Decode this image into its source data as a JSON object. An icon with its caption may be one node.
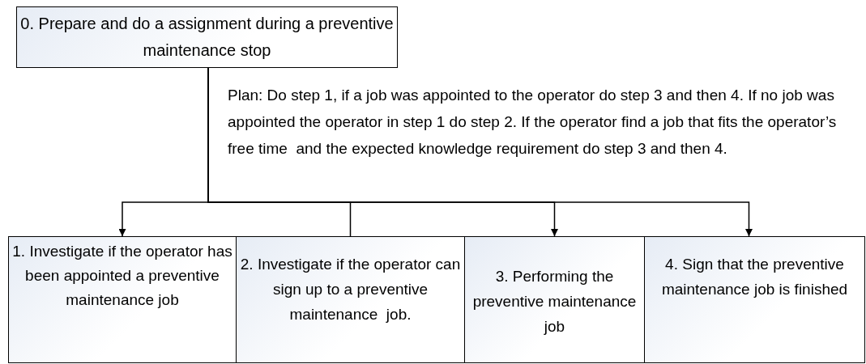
{
  "diagram": {
    "nodes": [
      {
        "text": [
          "0. Prepare and do a assignment during a preventive maintenance stop"
        ]
      },
      {
        "text": [
          "1. Investigate if the operator has been appointed a preventive maintenance job"
        ]
      },
      {
        "text": [
          "2. Investigate if the operator can sign up to a preventive maintenance  job."
        ]
      },
      {
        "text": [
          "3. Performing the preventive maintenance job"
        ]
      },
      {
        "text": [
          "4. Sign that the preventive maintenance job is finished"
        ]
      }
    ],
    "edges": [
      {
        "from": 0,
        "to": 1,
        "arrow": "to"
      },
      {
        "from": 0,
        "to": 2,
        "arrow": "none"
      },
      {
        "from": 0,
        "to": 3,
        "arrow": "to"
      },
      {
        "from": 0,
        "to": 4,
        "arrow": "to"
      }
    ],
    "labels": [
      "Plan: Do step 1, if a job was appointed to the operator do step 3 and then 4. If no job was appointed the operator in step 1 do step 2. If the operator find a job that fits the operator’s free time  and the expected knowledge requirement do step 3 and then 4."
    ]
  }
}
